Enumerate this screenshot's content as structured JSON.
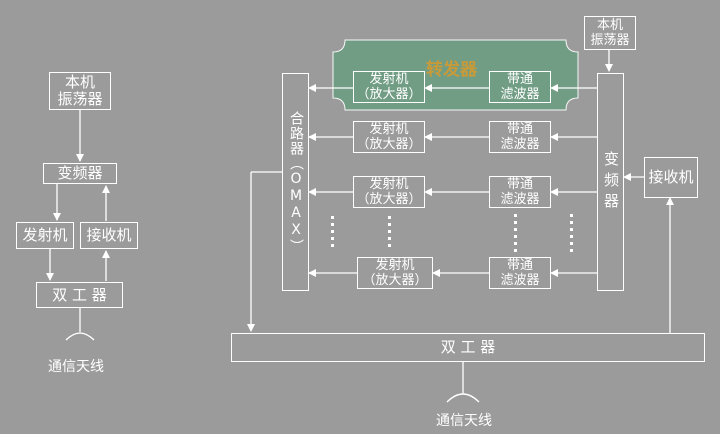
{
  "left": {
    "oscillator": "本机\n振荡器",
    "converter": "变频器",
    "transmitter": "发射机",
    "receiver": "接收机",
    "duplexer": "双 工 器",
    "antenna": "通信天线"
  },
  "right": {
    "oscillator": "本机\n振荡器",
    "repeater_label": "转发器",
    "rows": [
      {
        "amp": "发射机\n（放大器）",
        "filter": "带通\n滤波器"
      },
      {
        "amp": "发射机\n（放大器）",
        "filter": "带通\n滤波器"
      },
      {
        "amp": "发射机\n（放大器）",
        "filter": "带通\n滤波器"
      },
      {
        "amp": "发射机\n（放大器）",
        "filter": "带通\n滤波器"
      }
    ],
    "combiner": "合路器（OMAX）",
    "converter": "变频器",
    "receiver": "接收机",
    "duplexer": "双 工 器",
    "antenna": "通信天线"
  },
  "colors": {
    "background": "#9b9b9b",
    "lines": "#ffffff",
    "repeater_fill": "#6f9e84",
    "repeater_label": "#c79a3a"
  }
}
